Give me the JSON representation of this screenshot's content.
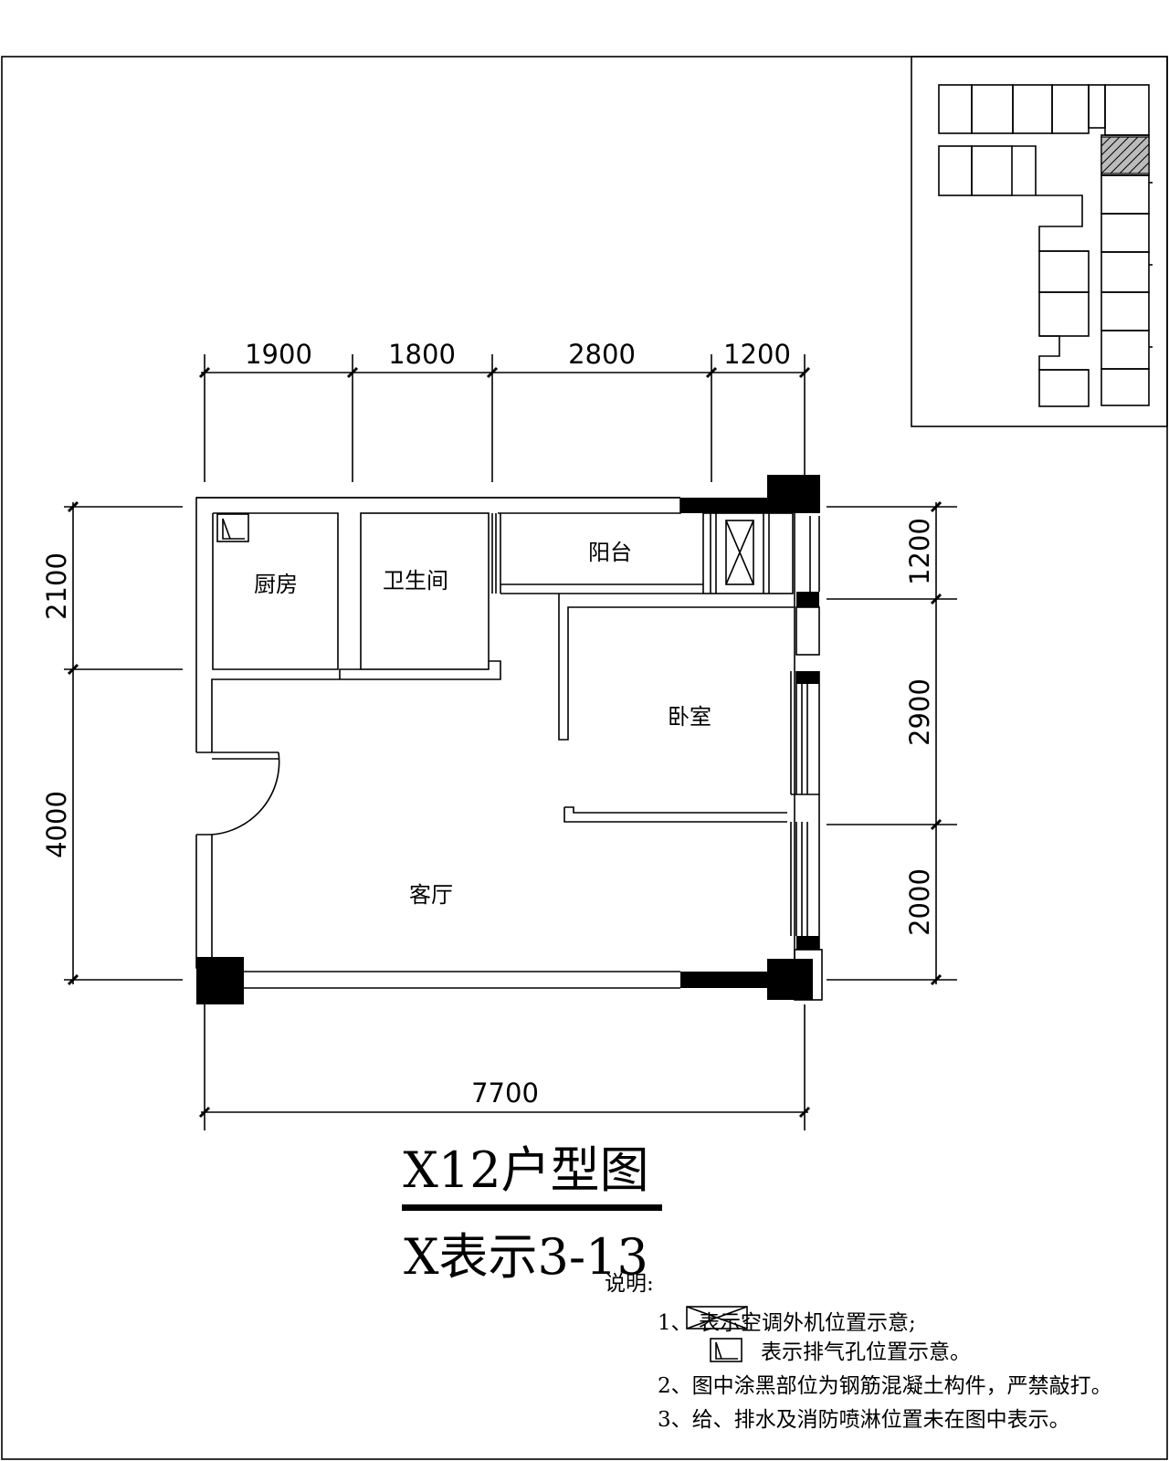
{
  "plan": {
    "title": "X12户型图",
    "subtitle": "X表示3-13",
    "rooms": {
      "kitchen": "厨房",
      "bathroom": "卫生间",
      "balcony": "阳台",
      "bedroom": "卧室",
      "living": "客厅"
    },
    "dimensions": {
      "top": [
        "1900",
        "1800",
        "2800",
        "1200"
      ],
      "left": [
        "2100",
        "4000"
      ],
      "right": [
        "1200",
        "2900",
        "2000"
      ],
      "bottom": "7700"
    }
  },
  "notes": {
    "heading": "说明:",
    "line1": "1、      表示空调外机位置示意;",
    "line1b": "表示排气孔位置示意。",
    "line2": "2、图中涂黑部位为钢筋混凝土构件，严禁敲打。",
    "line3": "3、给、排水及消防喷淋位置未在图中表示。"
  },
  "colors": {
    "ink": "#000000",
    "paper": "#ffffff"
  }
}
